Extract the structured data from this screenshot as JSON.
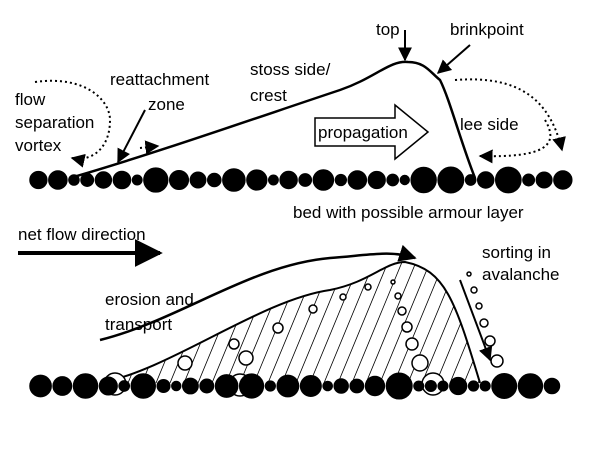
{
  "labels": {
    "top": "top",
    "brinkpoint": "brinkpoint",
    "stoss_line1": "stoss side/",
    "stoss_line2": "crest",
    "reattach_line1": "reattachment",
    "reattach_line2": "zone",
    "flow_line1": "flow",
    "flow_line2": "separation",
    "flow_line3": "vortex",
    "propagation": "propagation",
    "lee_side": "lee side",
    "bed": "bed with possible armour layer",
    "net_flow": "net flow direction",
    "sorting_line1": "sorting in",
    "sorting_line2": "avalanche",
    "erosion_line1": "erosion and",
    "erosion_line2": "transport"
  },
  "colors": {
    "ink": "#000000",
    "paper": "#ffffff"
  }
}
